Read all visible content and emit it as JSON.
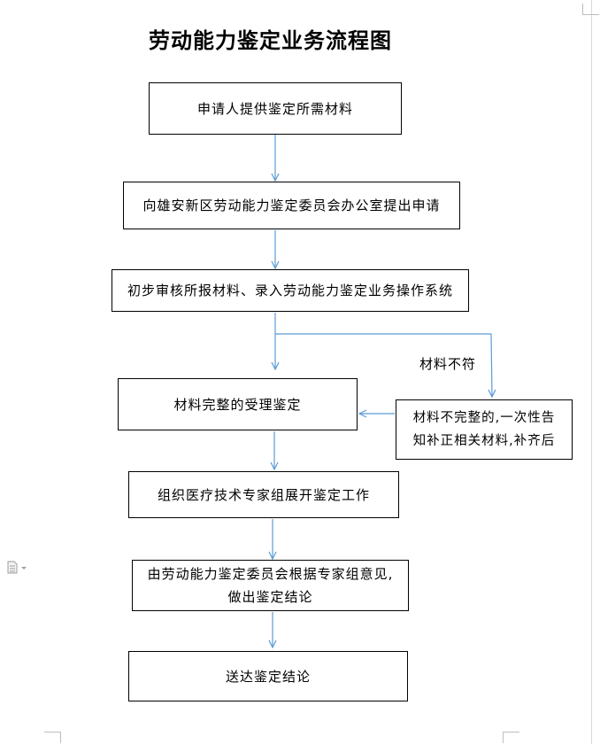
{
  "title": "劳动能力鉴定业务流程图",
  "steps": [
    {
      "id": "s1",
      "label": "申请人提供鉴定所需材料"
    },
    {
      "id": "s2",
      "label": "向雄安新区劳动能力鉴定委员会办公室提出申请"
    },
    {
      "id": "s3",
      "label": "初步审核所报材料、录入劳动能力鉴定业务操作系统"
    },
    {
      "id": "s4",
      "label": "材料完整的受理鉴定"
    },
    {
      "id": "s5",
      "label": "组织医疗技术专家组展开鉴定工作"
    },
    {
      "id": "s6",
      "label": "由劳动能力鉴定委员会根据专家组意见,\n做出鉴定结论"
    },
    {
      "id": "s7",
      "label": "送达鉴定结论"
    }
  ],
  "side_branch": {
    "condition_label": "材料不符",
    "box_label": "材料不完整的,一次性告\n知补正相关材料,补齐后"
  },
  "colors": {
    "arrow": "#5b9bd5",
    "border": "#000000"
  },
  "icons": {
    "margin_doc": "document-icon"
  }
}
